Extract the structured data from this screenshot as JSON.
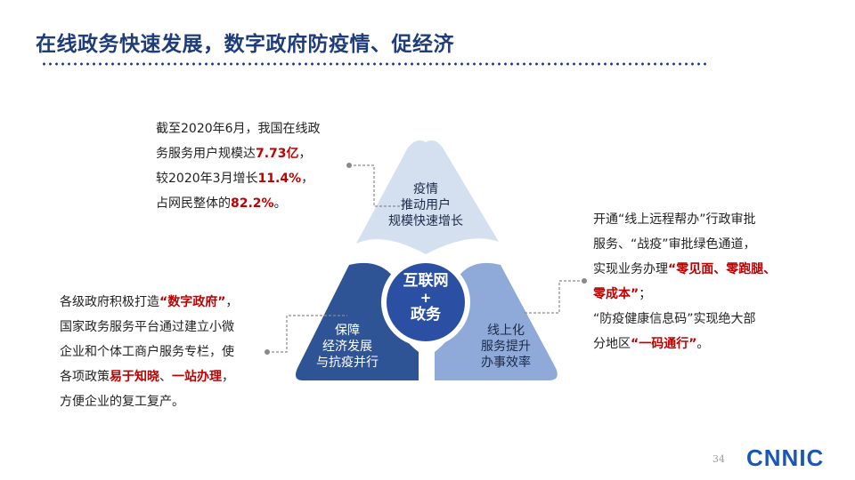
{
  "page": {
    "title": "在线政务快速发展，数字政府防疫情、促经济",
    "page_number": "34",
    "logo_text": "CNNIC"
  },
  "diagram": {
    "top_segment": [
      "疫情",
      "推动用户",
      "规模快速增长"
    ],
    "left_segment": [
      "保障",
      "经济发展",
      "与抗疫并行"
    ],
    "right_segment": [
      "线上化",
      "服务提升",
      "办事效率"
    ],
    "center": [
      "互联网",
      "+",
      "政务"
    ],
    "colors": {
      "top": "#d4e0ef",
      "left": "#2f5496",
      "right": "#8fa9d8",
      "center": "#2b4fa3",
      "connector": "#8a8a8a"
    }
  },
  "callouts": {
    "top_left": {
      "line1": "截至2020年6月，我国在线政",
      "line2_a": "务服务用户规模达",
      "line2_hl": "7.73亿",
      "line2_b": "，",
      "line3_a": "较2020年3月增长",
      "line3_hl": "11.4%",
      "line3_b": "，",
      "line4_a": "占网民整体的",
      "line4_hl": "82.2%",
      "line4_b": "。"
    },
    "bottom_left": {
      "line1_a": "各级政府积极打造",
      "line1_hl": "“数字政府”",
      "line1_b": "，",
      "line2": "国家政务服务平台通过建立小微",
      "line3": "企业和个体工商户服务专栏，使",
      "line4_a": "各项政策",
      "line4_hl1": "易于知晓",
      "line4_sep": "、",
      "line4_hl2": "一站办理",
      "line4_b": "，",
      "line5": "方便企业的复工复产。"
    },
    "right": {
      "line1": "开通“线上远程帮办”行政审批",
      "line2": "服务、“战疫”审批绿色通道，",
      "line3_a": "实现业务办理",
      "line3_hl": "“零见面、零跑腿、",
      "line4_hl": "零成本”",
      "line4_b": "；",
      "line5": "“防疫健康信息码”实现绝大部",
      "line6_a": "分地区",
      "line6_hl": "“一码通行”",
      "line6_b": "。"
    }
  }
}
